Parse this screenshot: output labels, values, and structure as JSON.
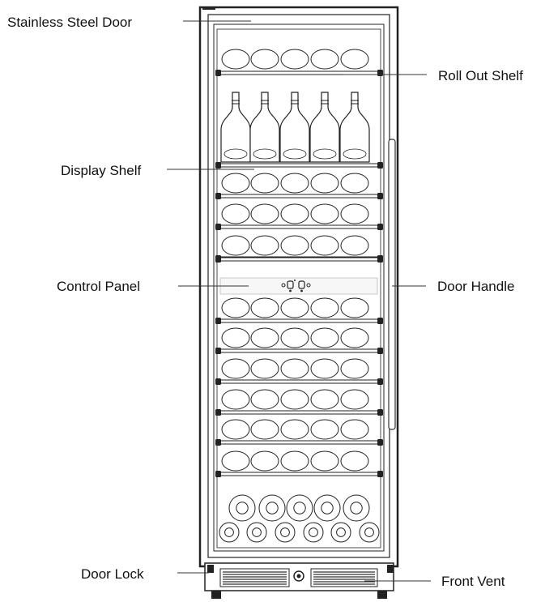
{
  "callouts": {
    "stainless_steel_door": "Stainless Steel Door",
    "roll_out_shelf": "Roll Out Shelf",
    "display_shelf": "Display Shelf",
    "control_panel": "Control Panel",
    "door_handle": "Door Handle",
    "door_lock": "Door Lock",
    "front_vent": "Front Vent"
  },
  "icons": {
    "wine_bottle": "wine-bottle-icon",
    "bottle_end": "bottle-end-icon",
    "control_buttons": "control-buttons-icon",
    "lock": "lock-icon",
    "vent_grille": "vent-grille-icon"
  },
  "colors": {
    "line": "#222222",
    "text": "#111111",
    "background": "#ffffff"
  }
}
